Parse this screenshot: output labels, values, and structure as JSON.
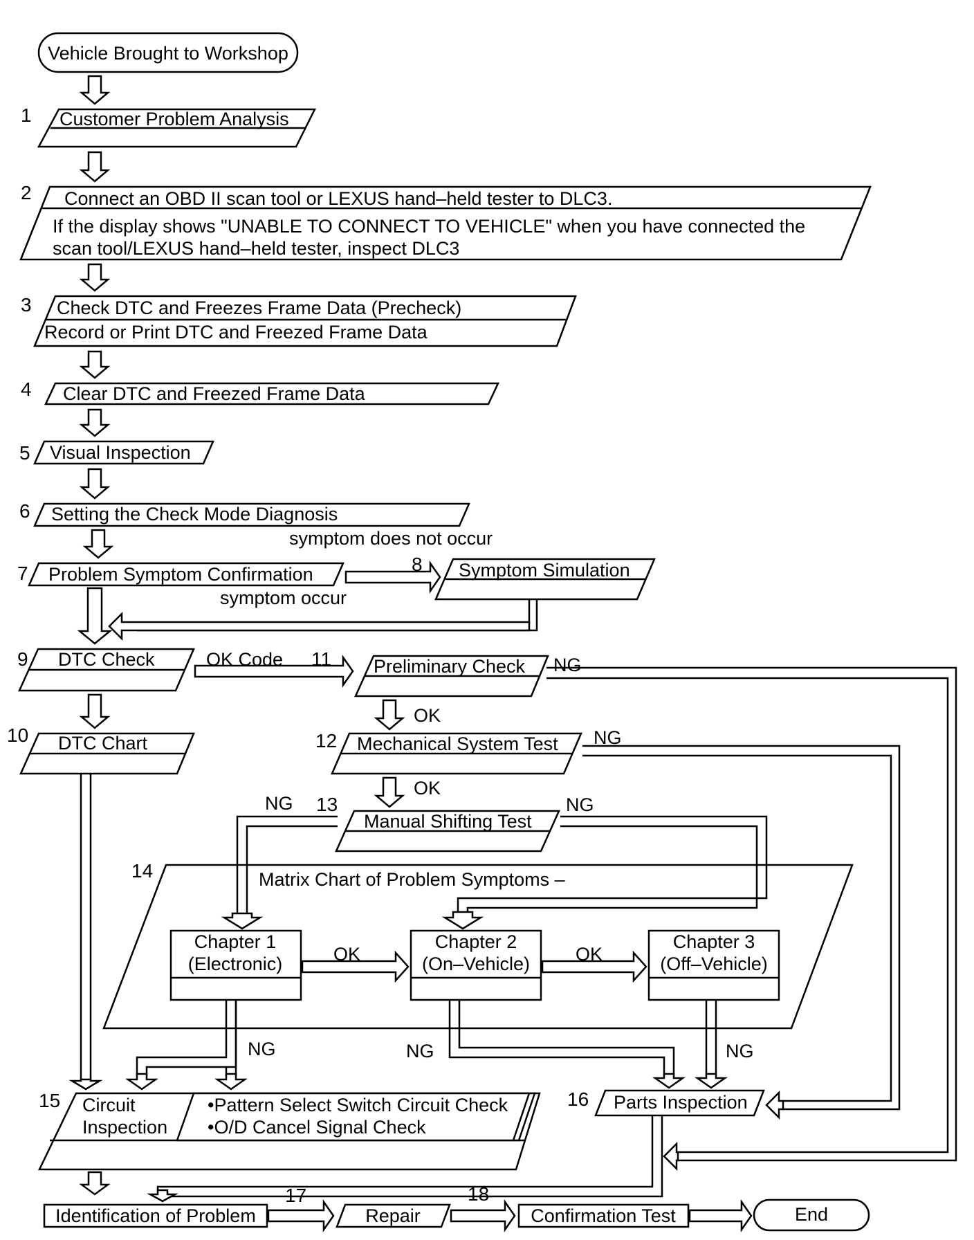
{
  "flow": {
    "start": "Vehicle Brought to Workshop",
    "s1_num": "1",
    "s1": "Customer Problem Analysis",
    "s2_num": "2",
    "s2_line1": "Connect an OBD II scan tool or LEXUS hand–held tester to DLC3.",
    "s2_line2": "If the display shows \"UNABLE TO CONNECT TO VEHICLE\" when you have connected the",
    "s2_line3": "scan tool/LEXUS hand–held tester, inspect DLC3",
    "s3_num": "3",
    "s3_line1": "Check DTC and Freezes Frame Data (Precheck)",
    "s3_line2": "Record or Print DTC and  Freezed Frame Data",
    "s4_num": "4",
    "s4": "Clear DTC and Freezed Frame Data",
    "s5_num": "5",
    "s5": "Visual Inspection",
    "s6_num": "6",
    "s6": "Setting the Check Mode Diagnosis",
    "symptom_not_occur": "symptom does not occur",
    "s7_num": "7",
    "s7": "Problem Symptom Confirmation",
    "s8_num": "8",
    "s8": "Symptom Simulation",
    "symptom_occur": "symptom occur",
    "s9_num": "9",
    "s9": "DTC Check",
    "ok_code": "OK Code",
    "s11_num": "11",
    "s11": "Preliminary Check",
    "s10_num": "10",
    "s10": "DTC Chart",
    "s12_num": "12",
    "s12": "Mechanical System Test",
    "s13_num": "13",
    "s13": "Manual Shifting Test",
    "s14_num": "14",
    "s14": "Matrix Chart of Problem Symptoms –",
    "ch1_line1": "Chapter 1",
    "ch1_line2": "(Electronic)",
    "ch2_line1": "Chapter 2",
    "ch2_line2": "(On–Vehicle)",
    "ch3_line1": "Chapter 3",
    "ch3_line2": "(Off–Vehicle)",
    "s15_num": "15",
    "s15_line1": "Circuit",
    "s15_line2": "Inspection",
    "s15_sub1": "•Pattern Select Switch Circuit Check",
    "s15_sub2": "•O/D Cancel Signal Check",
    "s16_num": "16",
    "s16": "Parts Inspection",
    "identify": "Identification of Problem",
    "s17_num": "17",
    "s17": "Repair",
    "s18_num": "18",
    "confirm": "Confirmation Test",
    "end": "End",
    "ok": "OK",
    "ng": "NG"
  }
}
